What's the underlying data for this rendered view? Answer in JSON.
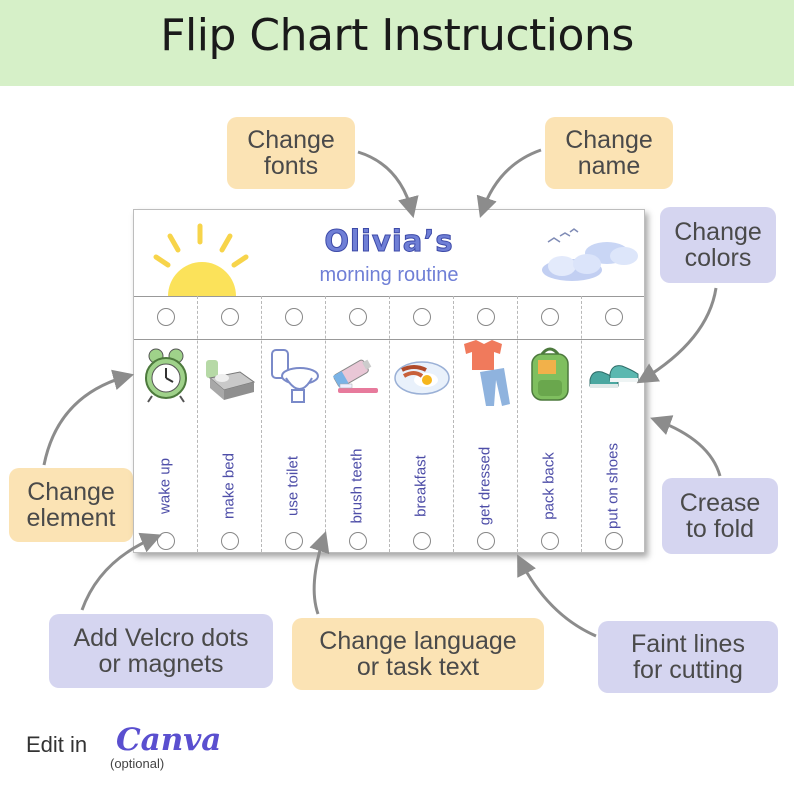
{
  "title": "Flip Chart Instructions",
  "card": {
    "name": "Olivia’s",
    "subtitle": "morning routine",
    "tasks": [
      {
        "label": "wake up",
        "icon": "alarm-clock-icon"
      },
      {
        "label": "make bed",
        "icon": "bed-icon"
      },
      {
        "label": "use toilet",
        "icon": "toilet-icon"
      },
      {
        "label": "brush teeth",
        "icon": "toothbrush-icon"
      },
      {
        "label": "breakfast",
        "icon": "breakfast-plate-icon"
      },
      {
        "label": "get dressed",
        "icon": "clothes-icon"
      },
      {
        "label": "pack back",
        "icon": "backpack-icon"
      },
      {
        "label": "put on shoes",
        "icon": "shoes-icon"
      }
    ]
  },
  "callouts": {
    "fonts": "Change\nfonts",
    "name": "Change\nname",
    "colors": "Change\ncolors",
    "element": "Change\nelement",
    "crease": "Crease\nto fold",
    "velcro": "Add Velcro dots\nor magnets",
    "language": "Change language\nor task text",
    "faint": "Faint lines\nfor cutting"
  },
  "footer": {
    "edit_in": "Edit in",
    "brand": "Canva",
    "optional": "(optional)"
  },
  "colors": {
    "header_bg": "#d6f0c8",
    "orange_callout": "#fbe3b4",
    "purple_callout": "#d5d5f0",
    "title_text": "#6f7fd6",
    "arrow": "#8c8c8c"
  }
}
